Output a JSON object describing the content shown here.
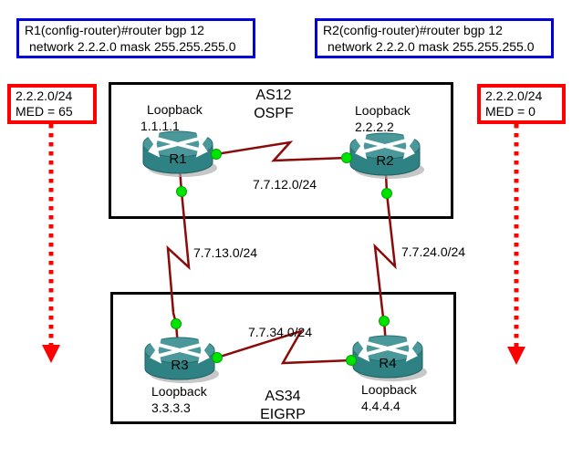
{
  "config_boxes": [
    {
      "line1": "R1(config-router)#router bgp 12",
      "line2": "network 2.2.2.0 mask 255.255.255.0"
    },
    {
      "line1": "R2(config-router)#router bgp 12",
      "line2": "network 2.2.2.0 mask 255.255.255.0"
    }
  ],
  "med_labels": {
    "left": {
      "prefix": "2.2.2.0/24",
      "med": "MED = 65"
    },
    "right": {
      "prefix": "2.2.2.0/24",
      "med": "MED = 0"
    }
  },
  "as_groups": {
    "as12": {
      "name": "AS12",
      "protocol": "OSPF"
    },
    "as34": {
      "name": "AS34",
      "protocol": "EIGRP"
    }
  },
  "routers": {
    "r1": {
      "name": "R1",
      "loopback_label": "Loopback",
      "loopback_ip": "1.1.1.1"
    },
    "r2": {
      "name": "R2",
      "loopback_label": "Loopback",
      "loopback_ip": "2.2.2.2"
    },
    "r3": {
      "name": "R3",
      "loopback_label": "Loopback",
      "loopback_ip": "3.3.3.3"
    },
    "r4": {
      "name": "R4",
      "loopback_label": "Loopback",
      "loopback_ip": "4.4.4.4"
    }
  },
  "links": {
    "r1_r2": "7.7.12.0/24",
    "r1_r3": "7.7.13.0/24",
    "r2_r4": "7.7.24.0/24",
    "r3_r4": "7.7.34.0/24"
  },
  "colors": {
    "config_border": "#0000dd",
    "med_border": "#ff0000",
    "med_arrow": "#ff0000",
    "link_line": "#8b0a0a",
    "interface_dot": "#00e400",
    "router_top": "#4a9899",
    "router_side": "#2f8283",
    "as_border": "#000000"
  }
}
